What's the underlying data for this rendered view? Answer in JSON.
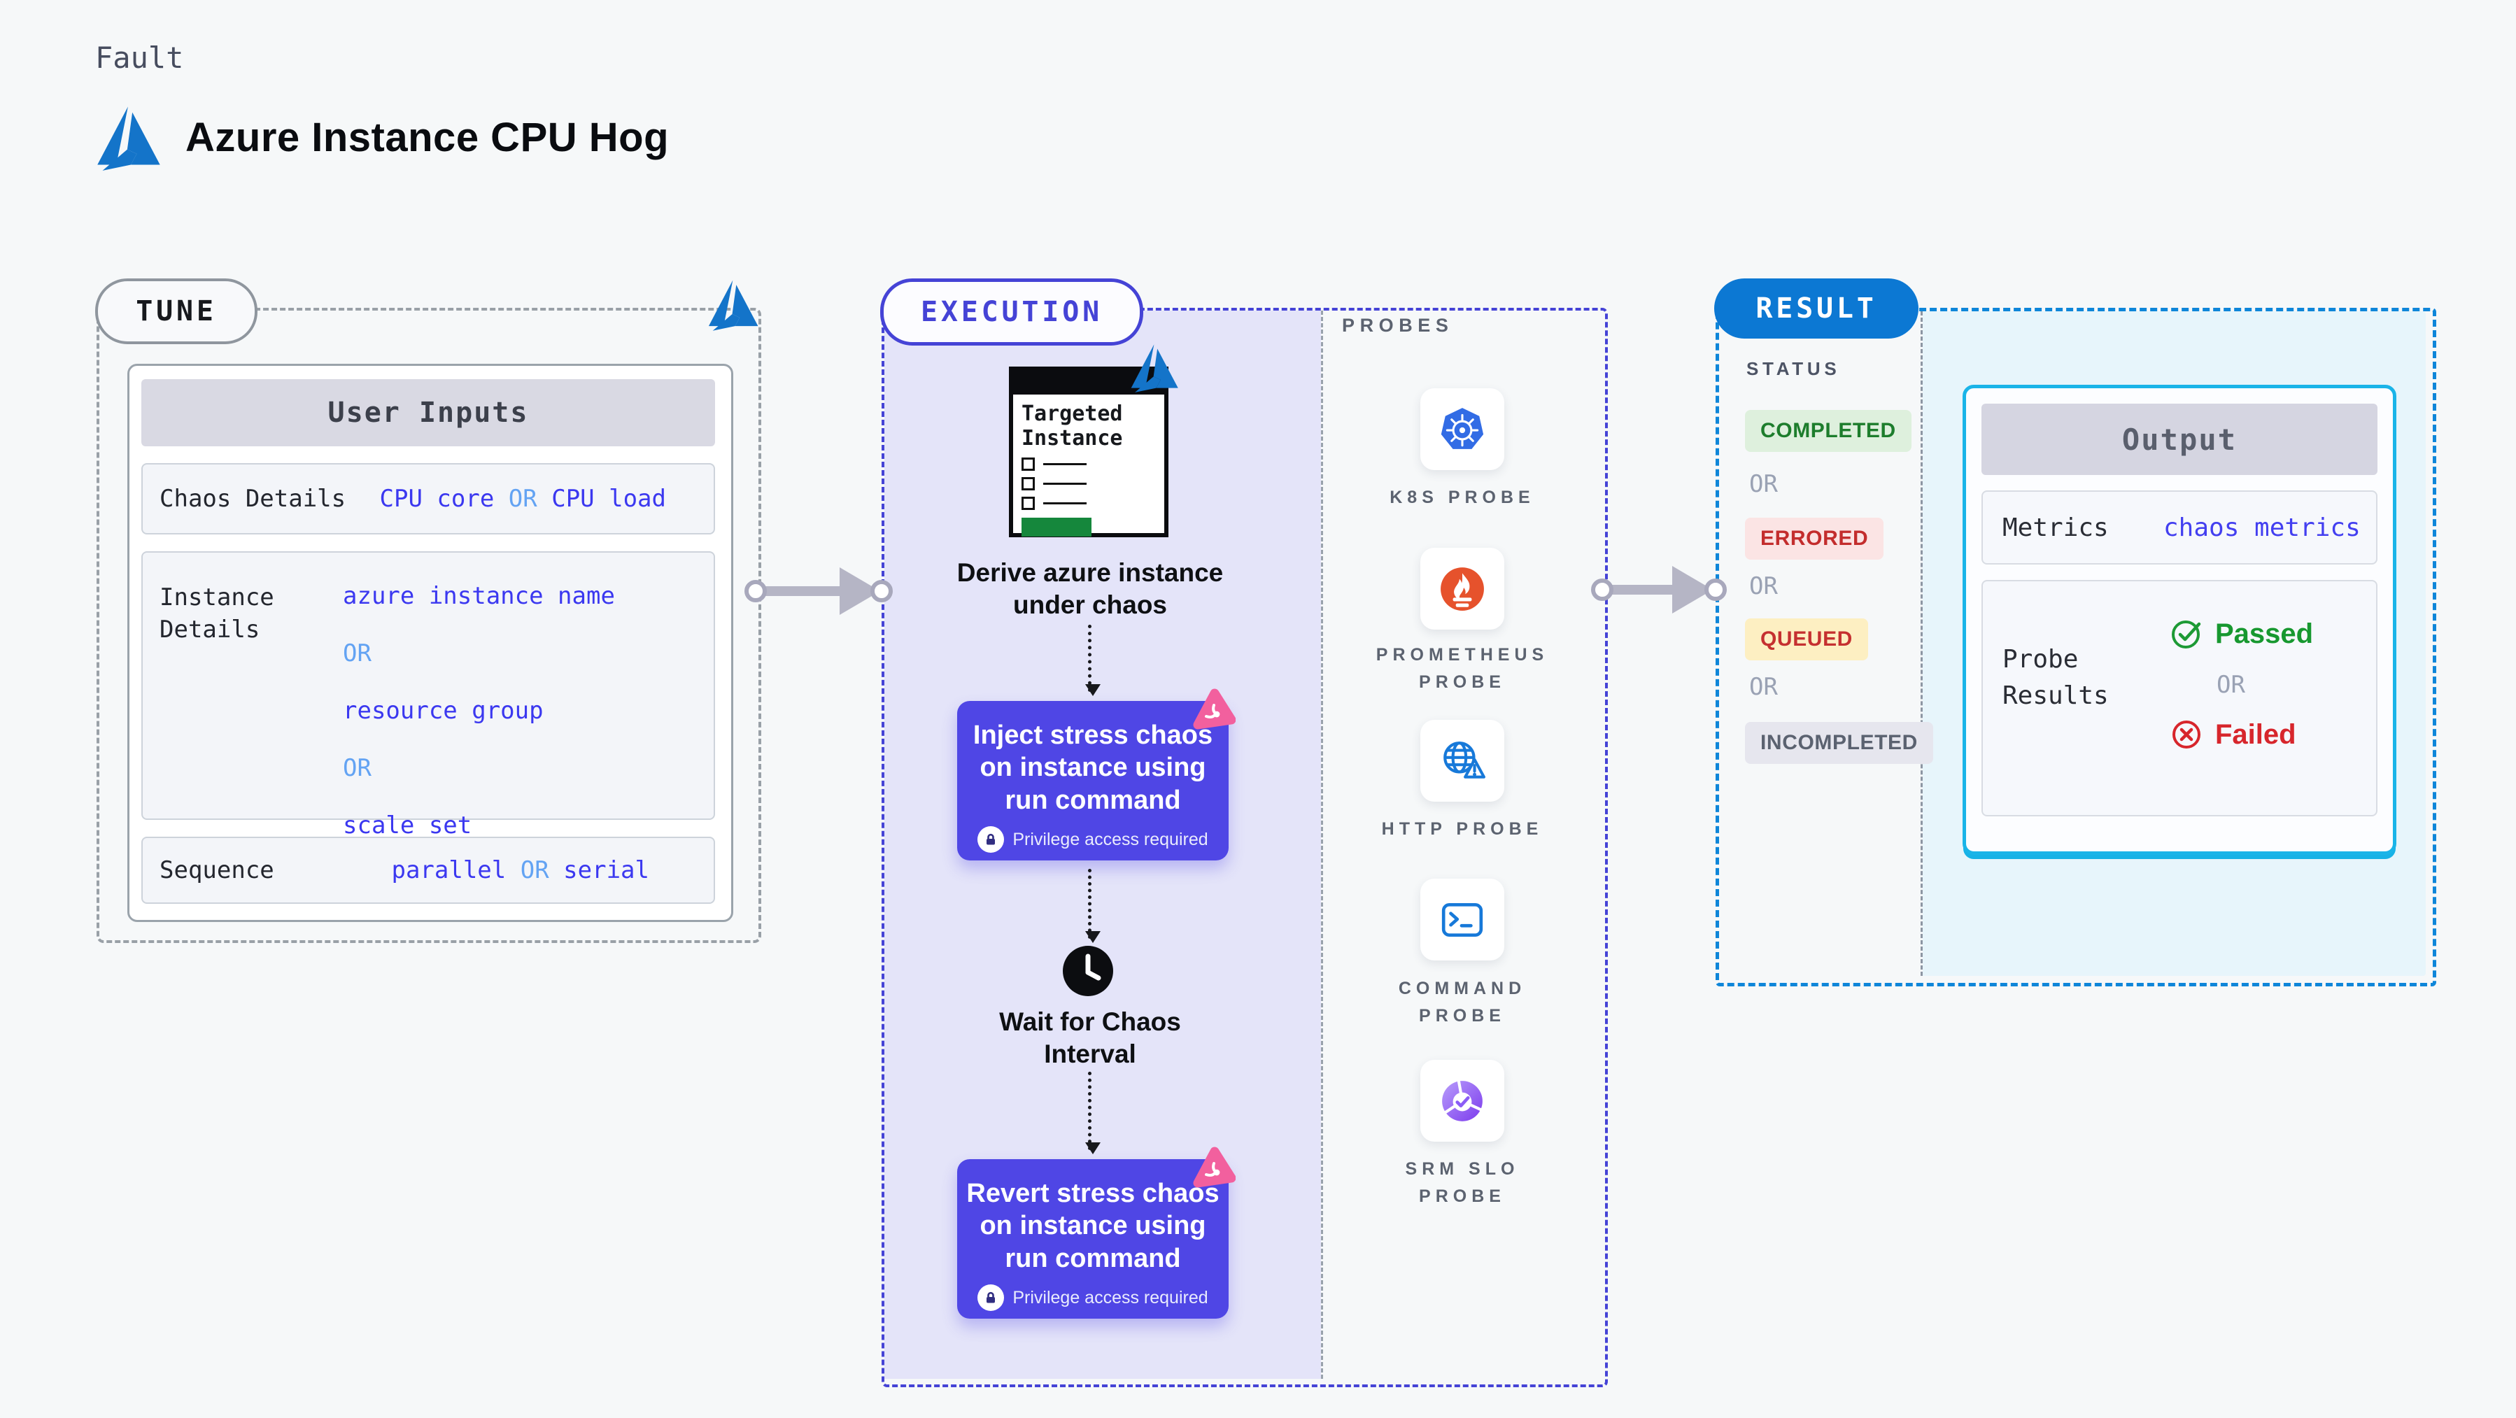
{
  "colors": {
    "accent_indigo": "#4543d6",
    "accent_blue": "#0c78d3",
    "chaos_card_indigo": "#4f46e5",
    "value_blue": "#3b38f0",
    "or_light_blue": "#63a3f3",
    "success_green": "#1d7d2c",
    "error_red": "#c32d2d",
    "queued_bg_yellow": "#fdefc2",
    "lavender_panel": "#e4e4f9",
    "result_cyan_panel": "#e7f5fb",
    "output_border_cyan": "#1ab4e8",
    "pink_chaos": "#f2609e",
    "azure_blue": "#1474c9"
  },
  "header": {
    "kicker": "Fault",
    "title": "Azure Instance CPU Hog"
  },
  "tune": {
    "pill": "TUNE",
    "card_title": "User Inputs",
    "chaos_row": {
      "label": "Chaos Details",
      "value_a": "CPU core",
      "or": "OR",
      "value_b": "CPU load"
    },
    "instance_row": {
      "label": "Instance Details",
      "value_a": "azure instance name",
      "or_a": "OR",
      "value_b": "resource group",
      "or_b": "OR",
      "value_c": "scale set"
    },
    "sequence_row": {
      "label": "Sequence",
      "value_a": "parallel",
      "or": "OR",
      "value_b": "serial"
    }
  },
  "execution": {
    "pill": "EXECUTION",
    "window_title": "Targeted Instance",
    "step_derive": "Derive azure instance under chaos",
    "step_inject": "Inject stress chaos on instance using run command",
    "privilege_note": "Privilege access required",
    "step_wait": "Wait for Chaos Interval",
    "step_revert": "Revert stress chaos on instance using run command"
  },
  "probes": {
    "label": "PROBES",
    "items": [
      {
        "name": "K8S PROBE",
        "icon": "kubernetes-icon"
      },
      {
        "name": "PROMETHEUS PROBE",
        "icon": "prometheus-icon"
      },
      {
        "name": "HTTP PROBE",
        "icon": "http-globe-icon"
      },
      {
        "name": "COMMAND PROBE",
        "icon": "terminal-icon"
      },
      {
        "name": "SRM SLO PROBE",
        "icon": "srm-slo-icon"
      }
    ]
  },
  "result": {
    "pill": "RESULT",
    "status_label": "STATUS",
    "statuses": [
      "COMPLETED",
      "ERRORED",
      "QUEUED",
      "INCOMPLETED"
    ],
    "or_separator": "OR",
    "output": {
      "title": "Output",
      "metrics_label": "Metrics",
      "metrics_value": "chaos metrics",
      "probe_results_label": "Probe Results",
      "passed": "Passed",
      "or_separator": "OR",
      "failed": "Failed"
    }
  }
}
